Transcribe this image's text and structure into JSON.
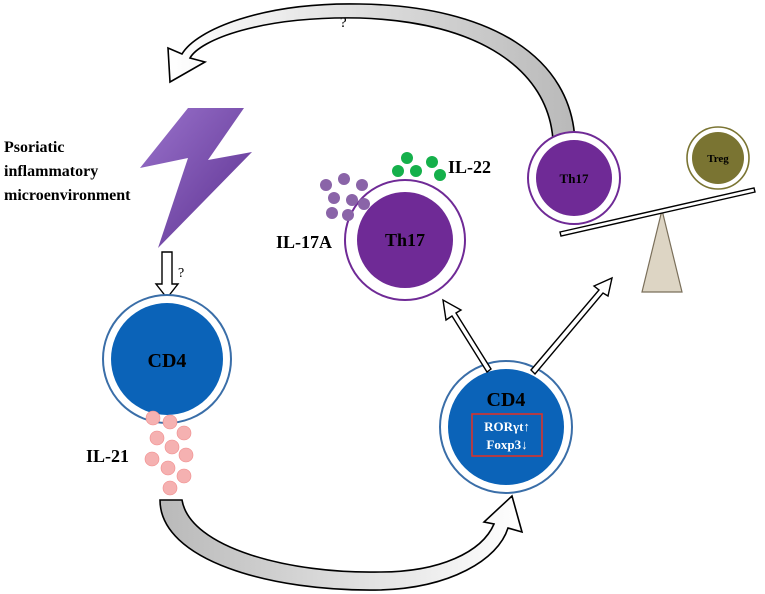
{
  "diagram": {
    "top_arrow_question": "?",
    "down_arrow_question": "?",
    "trigger_label": [
      "Psoriatic",
      "inflammatory",
      "microenvironment"
    ],
    "cd4_left_label": "CD4",
    "il21_label": "IL-21",
    "cd4_right_label": "CD4",
    "cd4_right_markers": [
      "RORγt↑",
      "Foxp3↓"
    ],
    "th17_center_label": "Th17",
    "il22_label": "IL-22",
    "il17a_label": "IL-17A",
    "balance_th17_label": "Th17",
    "balance_treg_label": "Treg",
    "colors": {
      "cd4_blue": "#0b63b8",
      "th17_purple": "#6f2a96",
      "il17a_dots": "#8a64a8",
      "il22_dots": "#15b04b",
      "il21_dots": "#f5b1b1",
      "treg_olive": "#7a7432",
      "lightning": "#7b4fb0",
      "curved_arrow_fill": "#c9c9c9",
      "fulcrum": "#ddd5c4",
      "marker_box": "#d9322a"
    }
  }
}
